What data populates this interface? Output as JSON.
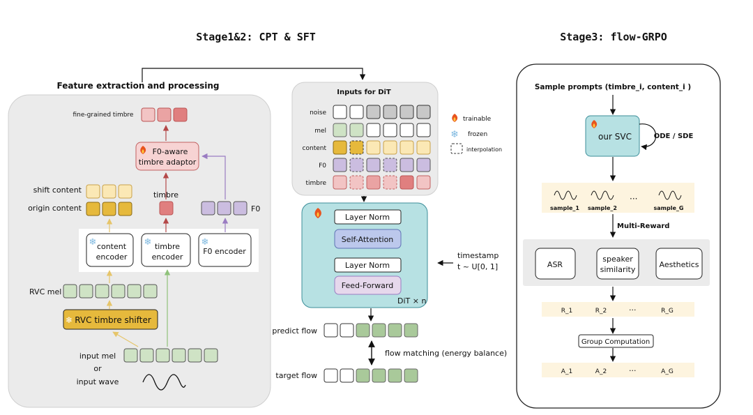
{
  "titles": {
    "stage12": "Stage1&2: CPT & SFT",
    "stage3": "Stage3: flow-GRPO"
  },
  "feature": {
    "title": "Feature extraction and processing",
    "fine_grained_timbre": "fine-grained timbre",
    "adaptor_line1": "F0-aware",
    "adaptor_line2": "timbre adaptor",
    "timbre_label": "timbre",
    "shift_content": "shift content",
    "origin_content": "origin content",
    "f0_label": "F0",
    "content_encoder_line1": "content",
    "content_encoder_line2": "encoder",
    "timbre_encoder_line1": "timbre",
    "timbre_encoder_line2": "encoder",
    "f0_encoder": "F0 encoder",
    "rvc_mel": "RVC mel",
    "rvc_shifter": "RVC timbre shifter",
    "input_mel": "input mel",
    "or": "or",
    "input_wave": "input wave"
  },
  "dit": {
    "inputs_title": "Inputs for DiT",
    "rows": [
      "noise",
      "mel",
      "content",
      "F0",
      "timbre"
    ],
    "legend": {
      "trainable": "trainable",
      "frozen": "frozen",
      "interpolation": "interpolation"
    },
    "layer_norm": "Layer Norm",
    "self_attention": "Self-Attention",
    "feed_forward": "Feed-Forward",
    "dit_n": "DiT × n",
    "timestamp_line1": "timestamp",
    "timestamp_line2": "t ~ U[0, 1]",
    "predict_flow": "predict flow",
    "target_flow": "target flow",
    "flow_matching": "flow matching (energy balance)"
  },
  "grpo": {
    "sample_prompts": "Sample prompts (timbre_i, content_i )",
    "our_svc": "our SVC",
    "ode_sde": "ODE / SDE",
    "samples": [
      "sample_1",
      "sample_2",
      "sample_G"
    ],
    "ellipsis": "···",
    "multi_reward": "Multi-Reward",
    "asr": "ASR",
    "speaker_line1": "speaker",
    "speaker_line2": "similarity",
    "aesthetics": "Aesthetics",
    "rewards": [
      "R_1",
      "R_2",
      "R_G"
    ],
    "group_computation": "Group Computation",
    "advantages": [
      "A_1",
      "A_2",
      "A_G"
    ]
  },
  "colors": {
    "content": "#e6b93c",
    "shift_content": "#fbe8b5",
    "timbre": "#e07f7f",
    "f0": "#cbbde0",
    "mel": "#cfe3c5",
    "noise_gray": "#c8c8c8",
    "dit_box": "#b7e1e3",
    "self_attention": "#bcc8ec",
    "feed_forward": "#e6d8ec",
    "arrow_content": "#e6c56a",
    "arrow_timbre": "#b44848",
    "arrow_f0": "#9a7cc2",
    "arrow_mel": "#8fc27a"
  }
}
